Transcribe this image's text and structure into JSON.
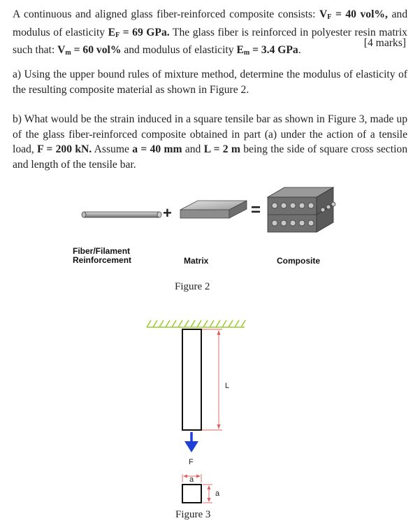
{
  "problem": {
    "intro_1": "A continuous and aligned glass fiber-reinforced composite consists: ",
    "vf": "V",
    "vf_sub": "F",
    "vf_val": " = 40 vol%,",
    "intro_2": " and modulus of elasticity ",
    "ef": "E",
    "ef_sub": "F",
    "ef_val": " = 69 GPa.",
    "intro_3": " The glass fiber is reinforced in polyester resin matrix such that: ",
    "vm": "V",
    "vm_sub": "m",
    "vm_val": " = 60 vol%",
    "intro_4": " and modulus of elasticity ",
    "em": "E",
    "em_sub": "m",
    "em_val": " = 3.4 GPa",
    "intro_5": ".",
    "marks": "[4 marks]"
  },
  "part_a": {
    "text": "a) Using the upper bound rules of mixture method, determine the modulus of elasticity of the resulting composite material as shown in Figure 2."
  },
  "part_b": {
    "t1": "b) What would be the strain induced in a square tensile bar as shown in Figure 3, made up of the glass fiber-reinforced composite obtained in part (a) under the action of a tensile load, ",
    "f": "F = 200 kN.",
    "t2": " Assume ",
    "a": "a = 40 mm",
    "t3": " and ",
    "l": "L = 2 m",
    "t4": " being the side of square cross section and length of the tensile bar."
  },
  "figure2": {
    "fiber_label_1": "Fiber/Filament",
    "fiber_label_2": "Reinforcement",
    "matrix_label": "Matrix",
    "composite_label": "Composite",
    "plus": "+",
    "equals": "=",
    "caption": "Figure 2"
  },
  "figure3": {
    "length_label": "L",
    "force_label": "F",
    "side_label_top": "a",
    "side_label_right": "a",
    "caption": "Figure 3",
    "colors": {
      "support": "#9acd32",
      "force": "#1e3fd8",
      "dimension": "#e06060"
    }
  }
}
